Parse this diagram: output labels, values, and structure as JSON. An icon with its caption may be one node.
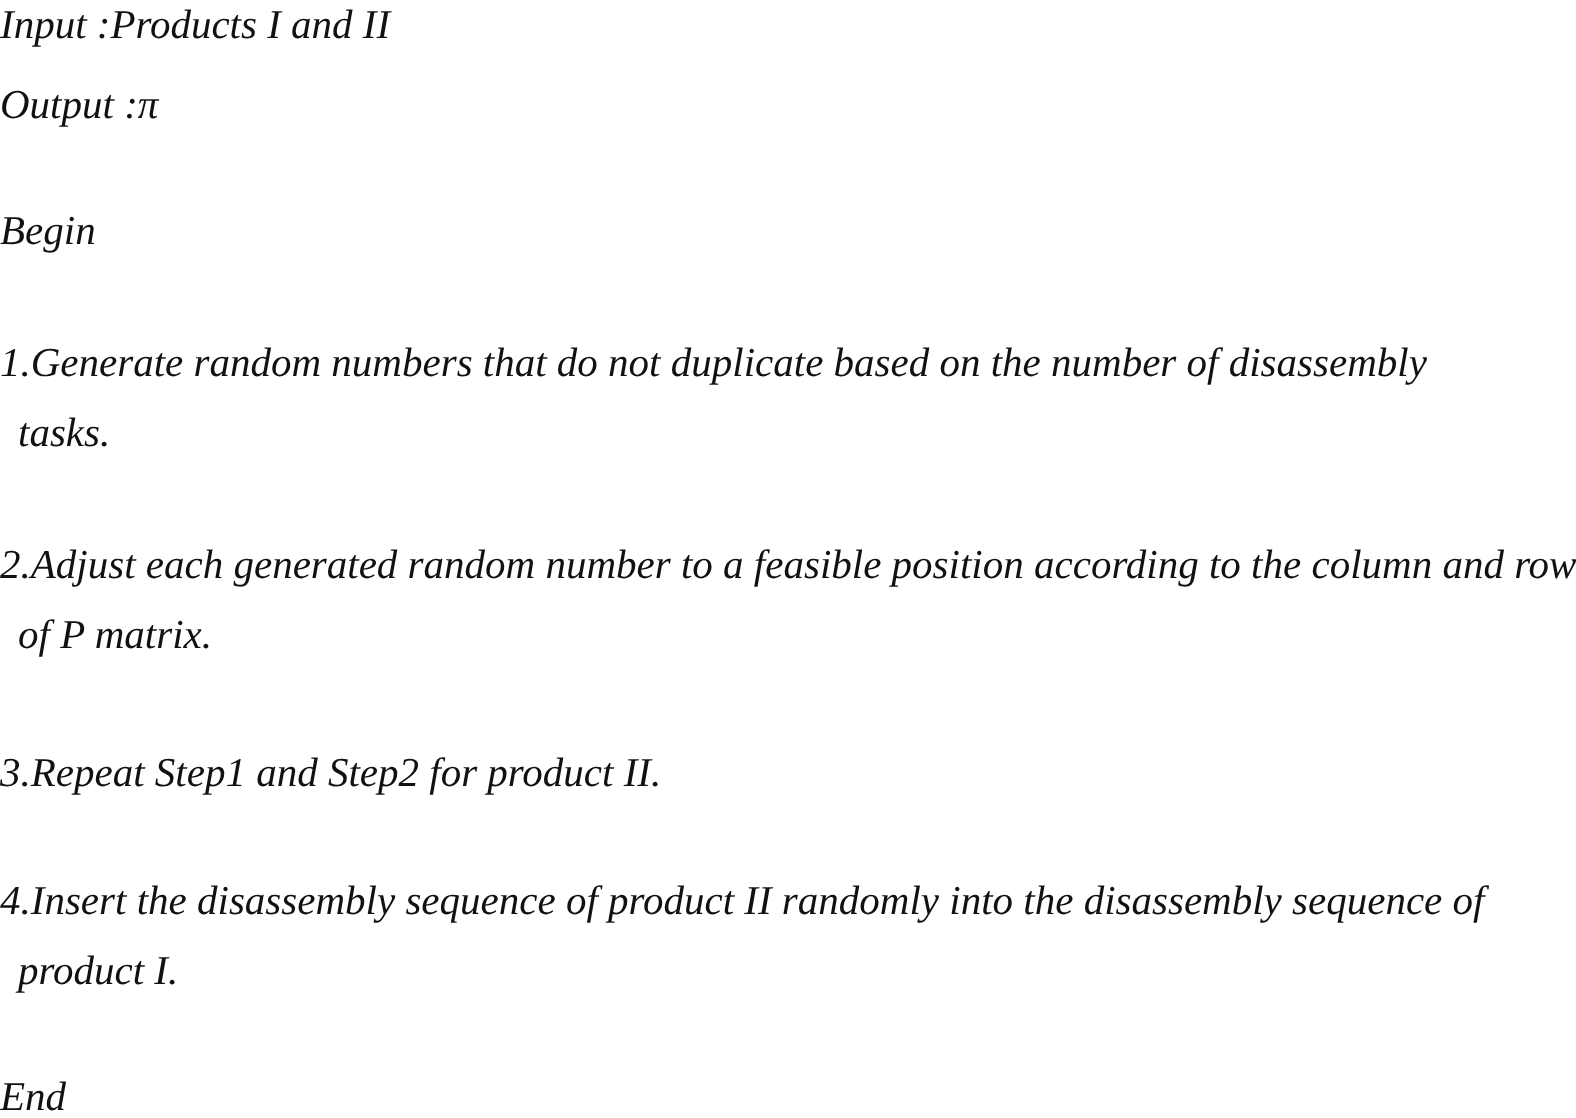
{
  "diagram": {
    "labels": [
      "Input :Products I and II",
      "Output :π",
      "Begin",
      "1.Generate random numbers that do not duplicate based on the number of disassembly tasks.",
      "2.Adjust each generated random number to a feasible position according to the column and row of P matrix.",
      "3.Repeat Step1 and Step2 for product II.",
      "4.Insert the disassembly sequence of product II randomly into the disassembly sequence of product I.",
      "End"
    ]
  }
}
